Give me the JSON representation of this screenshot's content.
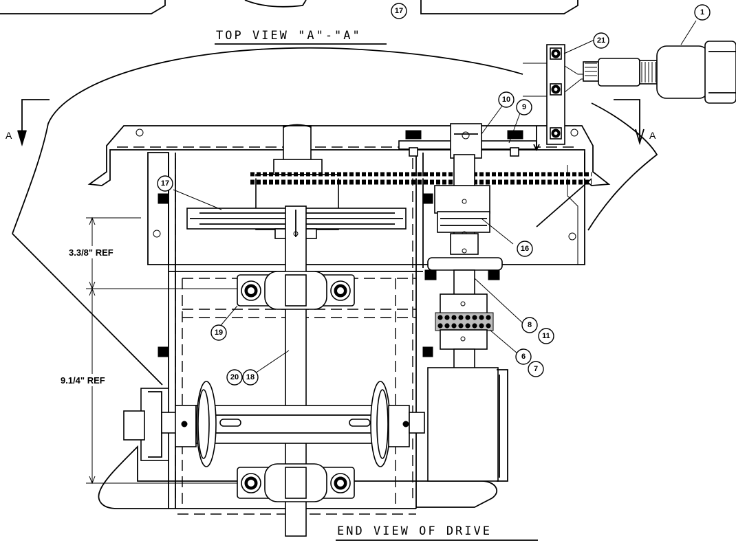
{
  "views": {
    "top_view_label": "TOP VIEW \"A\"-\"A\"",
    "end_view_label": "END VIEW OF DRIVE"
  },
  "section_marks": {
    "left": "A",
    "right": "A"
  },
  "dimensions": {
    "upper": "3.3/8\" REF",
    "lower": "9.1/4\" REF"
  },
  "balloons": {
    "b1": "1",
    "b6": "6",
    "b7": "7",
    "b8": "8",
    "b9": "9",
    "b10": "10",
    "b11": "11",
    "b16": "16",
    "b17_top": "17",
    "b17": "17",
    "b18": "18",
    "b19": "19",
    "b20": "20",
    "b21": "21"
  }
}
